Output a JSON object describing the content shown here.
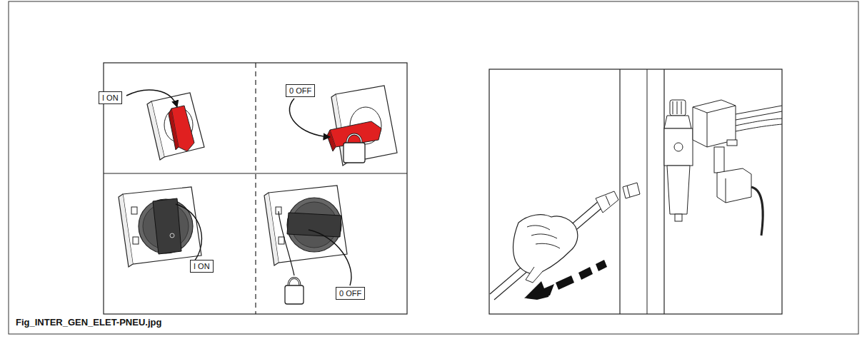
{
  "diagram": {
    "caption": "Fig_INTER_GEN_ELET-PNEU.jpg",
    "nodes": [
      {
        "text": [
          "I ON"
        ]
      },
      {
        "text": [
          "0 OFF"
        ]
      },
      {
        "text": [
          "I ON"
        ]
      },
      {
        "text": [
          "0 OFF"
        ]
      }
    ]
  }
}
